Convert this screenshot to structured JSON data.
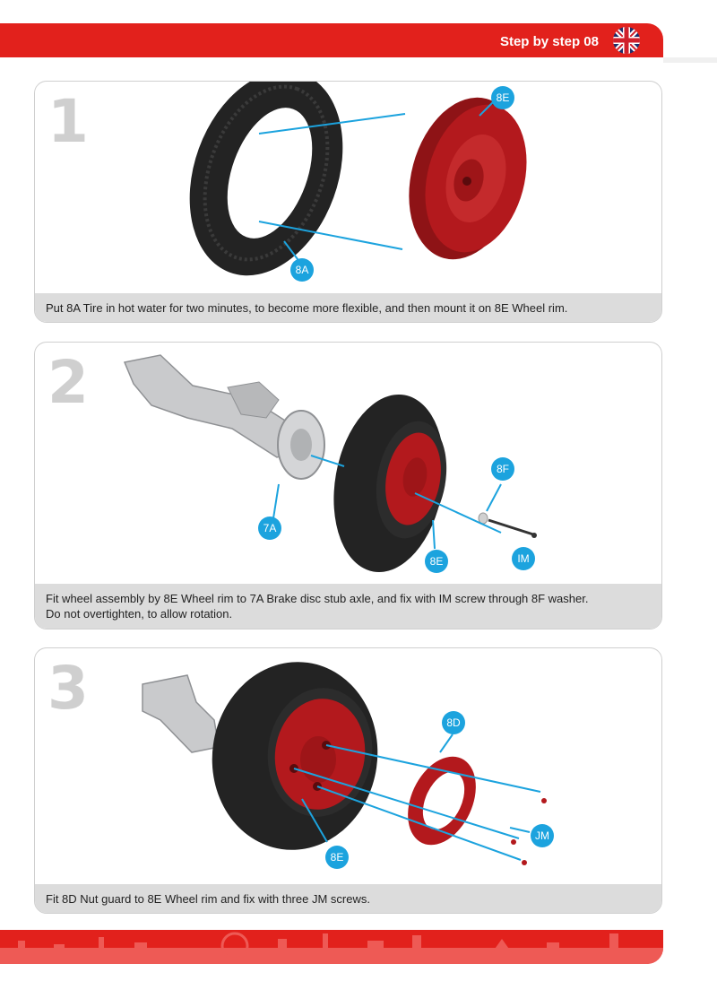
{
  "header": {
    "title": "Step by step 08",
    "flag": "uk-flag-icon"
  },
  "steps": [
    {
      "number": "1",
      "callouts": [
        "8E",
        "8A"
      ],
      "caption": "Put 8A Tire in hot water for two minutes, to become more flexible, and then mount it on 8E Wheel rim."
    },
    {
      "number": "2",
      "callouts": [
        "8F",
        "7A",
        "8E",
        "IM"
      ],
      "caption_line1": "Fit wheel assembly by 8E Wheel rim to 7A Brake disc stub axle, and fix with IM screw through 8F washer.",
      "caption_line2": "Do not overtighten, to allow rotation."
    },
    {
      "number": "3",
      "callouts": [
        "8D",
        "JM",
        "8E"
      ],
      "caption": "Fit 8D Nut guard to 8E Wheel rim and fix with three JM screws."
    }
  ],
  "colors": {
    "brand_red": "#e2211c",
    "callout_blue": "#1ca3de",
    "rim_red": "#b3191d",
    "tire": "#232323",
    "caption_bg": "#dcdcdc"
  }
}
